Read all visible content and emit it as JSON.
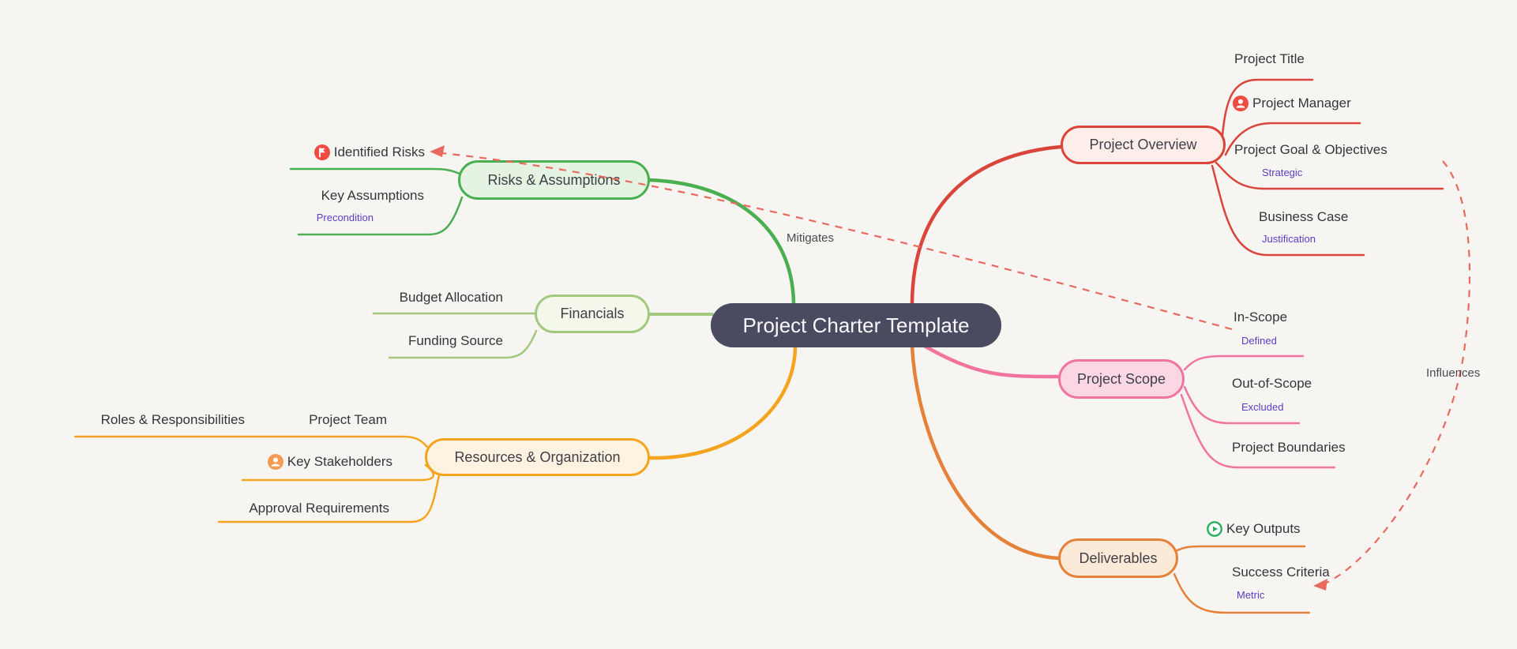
{
  "diagram": {
    "background_color": "#f7f5f2",
    "central": {
      "label": "Project Charter Template",
      "bg_color": "#4a4a60"
    },
    "overview": {
      "label": "Project Overview",
      "color": "#d9453a",
      "fill": "#fdeeea",
      "title": "Project Title",
      "manager": "Project Manager",
      "manager_icon": "person-icon",
      "goal": "Project Goal & Objectives",
      "goal_tag": "Strategic",
      "business": "Business Case",
      "business_tag": "Justification"
    },
    "scope": {
      "label": "Project Scope",
      "color": "#f1749f",
      "fill": "#fbd7e6",
      "in_scope": "In-Scope",
      "in_scope_tag": "Defined",
      "out_scope": "Out-of-Scope",
      "out_scope_tag": "Excluded",
      "boundaries": "Project Boundaries"
    },
    "deliverables": {
      "label": "Deliverables",
      "color": "#e58138",
      "fill": "#fcead9",
      "outputs": "Key Outputs",
      "outputs_icon": "play-icon",
      "success": "Success Criteria",
      "success_tag": "Metric"
    },
    "risks": {
      "label": "Risks & Assumptions",
      "color": "#4aaf50",
      "fill": "#e5f4e2",
      "identified": "Identified Risks",
      "identified_icon": "flag-icon",
      "assumptions": "Key Assumptions",
      "assumptions_tag": "Precondition"
    },
    "financials": {
      "label": "Financials",
      "color": "#a4c87e",
      "fill": "#f3f8ea",
      "budget": "Budget Allocation",
      "funding": "Funding Source"
    },
    "resources": {
      "label": "Resources & Organization",
      "color": "#f5a41f",
      "fill": "#fdf3e0",
      "roles": "Roles & Responsibilities",
      "team": "Project Team",
      "stakeholders": "Key Stakeholders",
      "stakeholders_icon": "person-icon",
      "approval": "Approval Requirements"
    },
    "relationships": {
      "mitigates": "Mitigates",
      "influences": "Influences",
      "dash_color": "#e86a5e"
    },
    "tag_color": "#5b3cc4"
  }
}
